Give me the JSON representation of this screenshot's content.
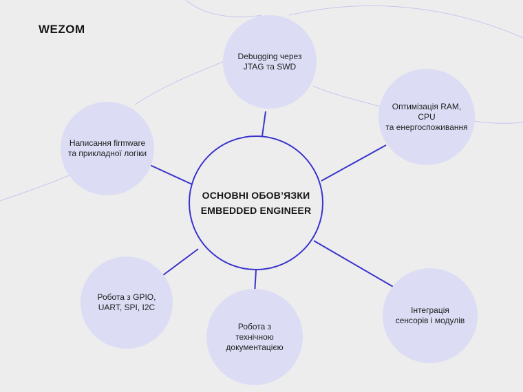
{
  "brand": {
    "logo": "WEZOM"
  },
  "center": {
    "line1": "ОСНОВНІ ОБОВ’ЯЗКИ",
    "line2": "EMBEDDED ENGINEER"
  },
  "nodes": [
    {
      "id": "debugging",
      "text": "Debugging через\nJTAG та SWD"
    },
    {
      "id": "optimization",
      "text": "Оптимізація RAM, CPU\nта енергоспоживання"
    },
    {
      "id": "firmware",
      "text": "Написання firmware\nта прикладної логіки"
    },
    {
      "id": "gpio",
      "text": "Робота з GPIO,\nUART, SPI, I2C"
    },
    {
      "id": "docs",
      "text": "Робота з\nтехнічною\nдокументацією"
    },
    {
      "id": "sensors",
      "text": "Інтеграція\nсенсорів і модулів"
    }
  ],
  "colors": {
    "background": "#ededed",
    "node_fill": "#dcdcf5",
    "connector": "#3a33cc",
    "decor_curves": "#c8c6ee"
  }
}
